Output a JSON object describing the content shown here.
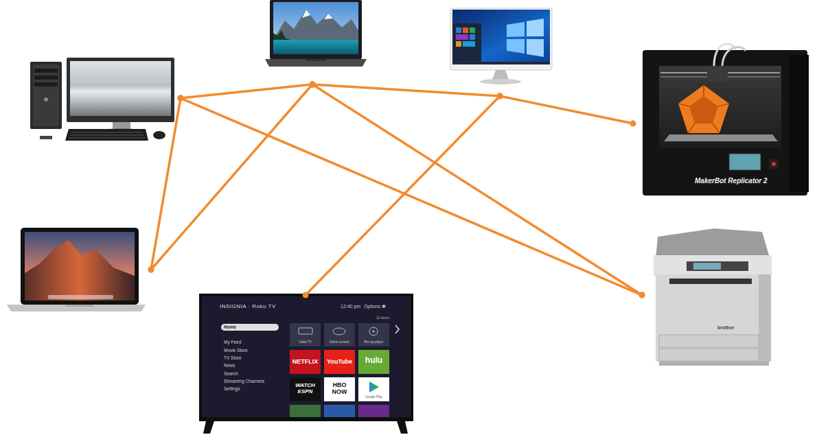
{
  "diagram": {
    "nodes": [
      {
        "text": []
      },
      {
        "text": []
      },
      {
        "text": []
      },
      {
        "text": [
          "MakerBot Replicator 2"
        ]
      },
      {
        "text": []
      },
      {
        "text": [
          "INSIGNIA · Roku TV",
          "12:40 pm",
          "Options ✱",
          "12 Items",
          "Home",
          "My Feed",
          "Movie Store",
          "TV Store",
          "News",
          "Search",
          "Streaming Channels",
          "Settings",
          "Cable TV",
          "Game console",
          "Blu-ray player",
          "NETFLIX",
          "YouTube",
          "hulu",
          "WATCH ESPN",
          "HBO NOW",
          "Google Play"
        ]
      },
      {
        "text": [
          "brother"
        ]
      }
    ],
    "edges": [
      {
        "from": 0,
        "to": 4,
        "arrow": "none"
      },
      {
        "from": 0,
        "to": 1,
        "arrow": "none"
      },
      {
        "from": 0,
        "to": 6,
        "arrow": "none"
      },
      {
        "from": 1,
        "to": 4,
        "arrow": "none"
      },
      {
        "from": 1,
        "to": 2,
        "arrow": "none"
      },
      {
        "from": 1,
        "to": 6,
        "arrow": "none"
      },
      {
        "from": 2,
        "to": 3,
        "arrow": "none"
      },
      {
        "from": 2,
        "to": 5,
        "arrow": "none"
      }
    ]
  }
}
